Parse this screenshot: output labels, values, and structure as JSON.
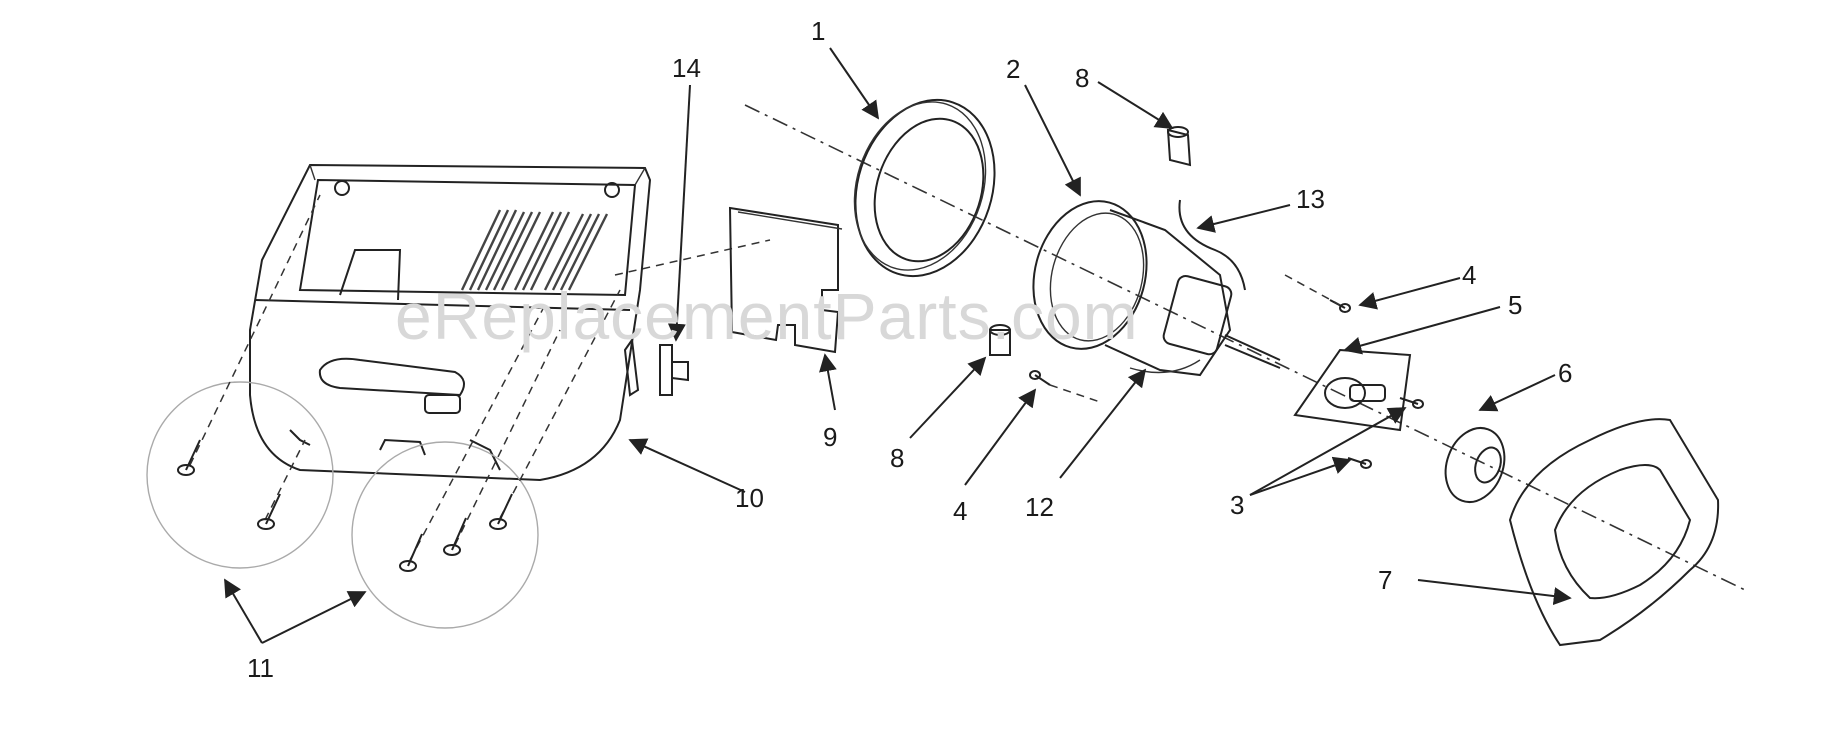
{
  "watermark": "eReplacementParts.com",
  "callouts": [
    {
      "id": "c1",
      "label": "1"
    },
    {
      "id": "c2",
      "label": "2"
    },
    {
      "id": "c8a",
      "label": "8"
    },
    {
      "id": "c14",
      "label": "14"
    },
    {
      "id": "c13",
      "label": "13"
    },
    {
      "id": "c4a",
      "label": "4"
    },
    {
      "id": "c5",
      "label": "5"
    },
    {
      "id": "c6",
      "label": "6"
    },
    {
      "id": "c9",
      "label": "9"
    },
    {
      "id": "c8b",
      "label": "8"
    },
    {
      "id": "c10",
      "label": "10"
    },
    {
      "id": "c4b",
      "label": "4"
    },
    {
      "id": "c12",
      "label": "12"
    },
    {
      "id": "c3",
      "label": "3"
    },
    {
      "id": "c7",
      "label": "7"
    },
    {
      "id": "c11",
      "label": "11"
    }
  ]
}
